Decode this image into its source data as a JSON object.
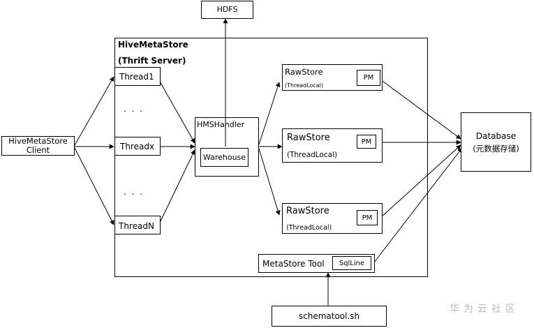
{
  "hdfs": "HDFS",
  "metastore": {
    "title": "HiveMetaStore",
    "subtitle": "(Thrift Server)"
  },
  "client": {
    "line1": "HiveMetaStore",
    "line2": "Client"
  },
  "threads": {
    "t1": "Thread1",
    "tx": "Threadx",
    "tn": "ThreadN",
    "ellipsis": ". . ."
  },
  "handler": {
    "title": "HMSHandler",
    "warehouse": "Warehouse"
  },
  "rawstores": [
    {
      "title": "RawStore",
      "sub": "(ThreadLocal)",
      "pm": "PM"
    },
    {
      "title": "RawStore",
      "sub": "(ThreadLocal)",
      "pm": "PM"
    },
    {
      "title": "RawStore",
      "sub": "(ThreadLocal)",
      "pm": "PM"
    }
  ],
  "database": {
    "line1": "Database",
    "line2": "(元数据存储)"
  },
  "tool": {
    "label": "MetaStore Tool",
    "sqlline": "SqlLine"
  },
  "schematool": "schematool.sh",
  "watermark": "华为云社区"
}
